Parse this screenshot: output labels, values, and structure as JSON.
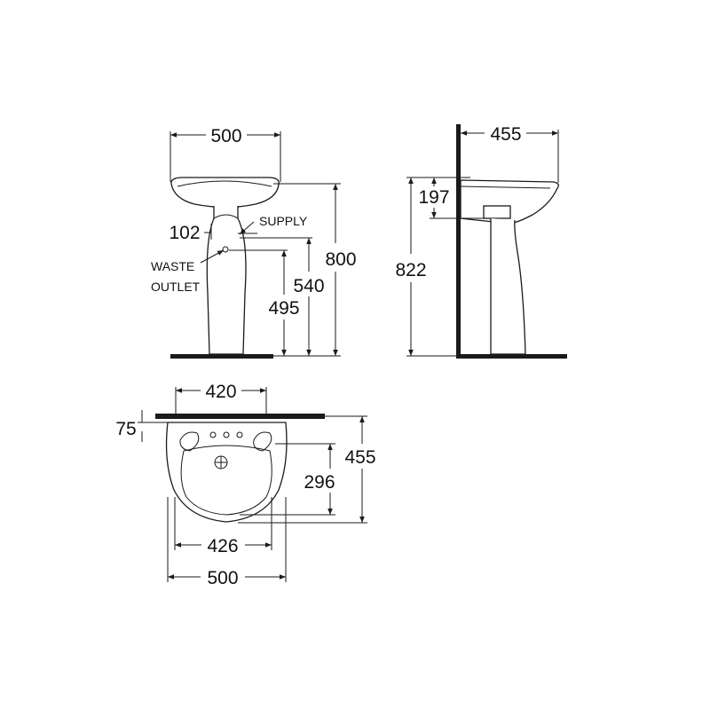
{
  "front_view": {
    "width": "500",
    "height": "800",
    "supply_height": "540",
    "waste_height": "495",
    "waste_offset": "102",
    "supply_label": "SUPPLY",
    "waste_label_line1": "WASTE",
    "waste_label_line2": "OUTLET"
  },
  "side_view": {
    "depth": "455",
    "height": "822",
    "supply_drop": "197"
  },
  "top_view": {
    "inner_width": "420",
    "wall_offset": "75",
    "depth": "455",
    "bowl_depth": "296",
    "bowl_width": "426",
    "overall_width": "500"
  }
}
